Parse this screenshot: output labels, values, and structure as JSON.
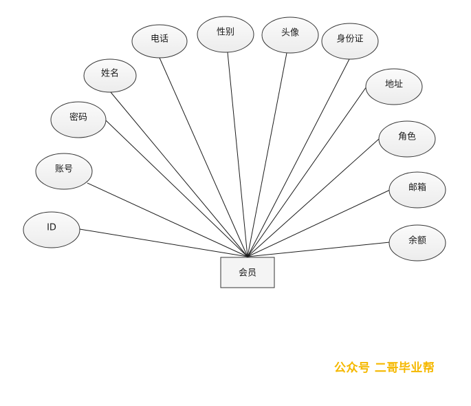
{
  "diagram": {
    "entity": {
      "id": "member",
      "label": "会员"
    },
    "attributes": [
      {
        "id": "phone",
        "label": "电话"
      },
      {
        "id": "gender",
        "label": "性别"
      },
      {
        "id": "avatar",
        "label": "头像"
      },
      {
        "id": "id-card",
        "label": "身份证"
      },
      {
        "id": "name",
        "label": "姓名"
      },
      {
        "id": "address",
        "label": "地址"
      },
      {
        "id": "password",
        "label": "密码"
      },
      {
        "id": "role",
        "label": "角色"
      },
      {
        "id": "account",
        "label": "账号"
      },
      {
        "id": "email",
        "label": "邮箱"
      },
      {
        "id": "id",
        "label": "ID"
      },
      {
        "id": "balance",
        "label": "余额"
      }
    ]
  },
  "watermark": {
    "text": "公众号  二哥毕业帮"
  },
  "colors": {
    "ellipse_fill": "#f2f2f2",
    "stroke": "#333333",
    "line": "#1a1a1a",
    "watermark": "#f5b800"
  }
}
